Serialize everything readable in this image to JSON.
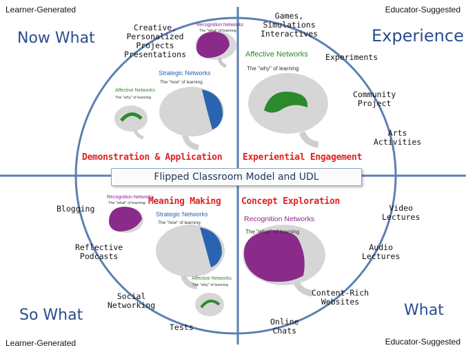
{
  "corners": {
    "top_left": "Learner-Generated",
    "top_right": "Educator-Suggested",
    "bottom_left": "Learner-Generated",
    "bottom_right": "Educator-Suggested"
  },
  "quadrants": {
    "now_what": "Now What",
    "experience": "Experience",
    "so_what": "So What",
    "what": "What"
  },
  "phases": {
    "demonstration": "Demonstration & Application",
    "experiential": "Experiential Engagement",
    "meaning": "Meaning Making",
    "concept": "Concept Exploration"
  },
  "banner": "Flipped Classroom Model and UDL",
  "activities": {
    "creative": [
      "Creative,",
      "Personalized",
      "Projects",
      "Presentations"
    ],
    "games": [
      "Games,",
      "Simulations",
      "Interactives"
    ],
    "experiments": [
      "Experiments"
    ],
    "community": [
      "Community",
      "Project"
    ],
    "arts": [
      "Arts",
      "Activities"
    ],
    "blogging": [
      "Blogging"
    ],
    "reflective": [
      "Reflective",
      "Podcasts"
    ],
    "social": [
      "Social",
      "Networking"
    ],
    "tests": [
      "Tests"
    ],
    "video": [
      "Video",
      "Lectures"
    ],
    "audio": [
      "Audio",
      "Lectures"
    ],
    "content": [
      "Content-Rich",
      "Websites"
    ],
    "online": [
      "Online",
      "Chats"
    ]
  },
  "brain_cards": {
    "nw_recognition": {
      "title": "Recognition Networks",
      "sub": "The \"what\" of learning"
    },
    "nw_strategic": {
      "title": "Strategic Networks",
      "sub": "The \"how\" of learning"
    },
    "nw_affective": {
      "title": "Affective Networks",
      "sub": "The \"why\" of learning"
    },
    "ne_affective": {
      "title": "Affective Networks",
      "sub": "The \"why\" of learning"
    },
    "sw_recognition": {
      "title": "Recognition Networks",
      "sub": "The \"what\" of learning"
    },
    "sw_strategic": {
      "title": "Strategic Networks",
      "sub": "The \"how\" of learning"
    },
    "sw_affective": {
      "title": "Affective Networks",
      "sub": "The \"why\" of learning"
    },
    "se_recognition": {
      "title": "Recognition Networks",
      "sub": "The \"what\" of learning"
    }
  },
  "colors": {
    "axis": "#5b7fb3",
    "quadrant_title": "#2a4d8f",
    "phase": "#e02020",
    "affective": "#2c8a2c",
    "strategic": "#2a63b0",
    "recognition": "#8a2a8a"
  }
}
